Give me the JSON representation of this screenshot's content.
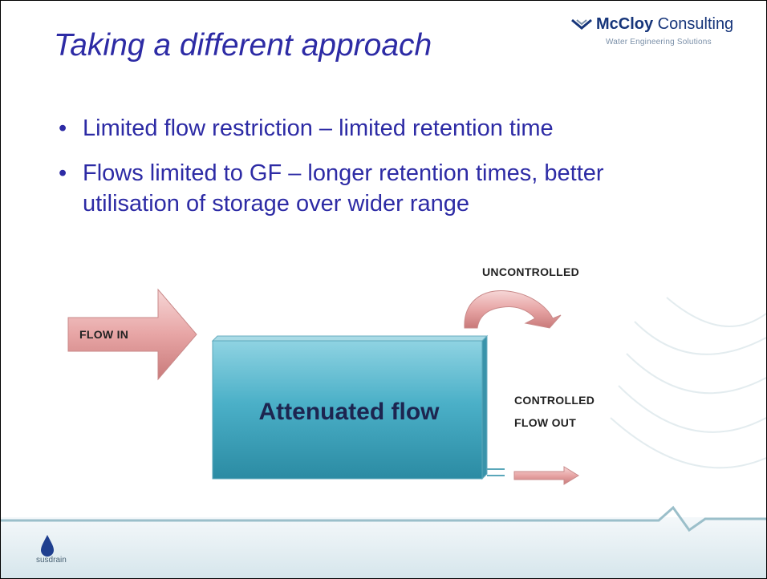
{
  "slide": {
    "title": "Taking a different approach",
    "bullets": [
      "Limited flow restriction – limited retention time",
      "Flows limited to GF – longer retention times, better utilisation of storage over wider range"
    ]
  },
  "logo": {
    "name_bold": "McCloy",
    "name_rest": " Consulting",
    "tagline": "Water Engineering Solutions"
  },
  "diagram": {
    "flow_in": "FLOW IN",
    "uncontrolled": "UNCONTROLLED",
    "tank": "Attenuated flow",
    "controlled": "CONTROLLED",
    "flow_out": "FLOW OUT"
  },
  "footer": {
    "brand": "susdrain"
  },
  "colors": {
    "title": "#2d2ba5",
    "arrow_fill": "#e7a5a5",
    "tank_fill": "#4bb0c8",
    "footer_band": "#e4eef1"
  }
}
